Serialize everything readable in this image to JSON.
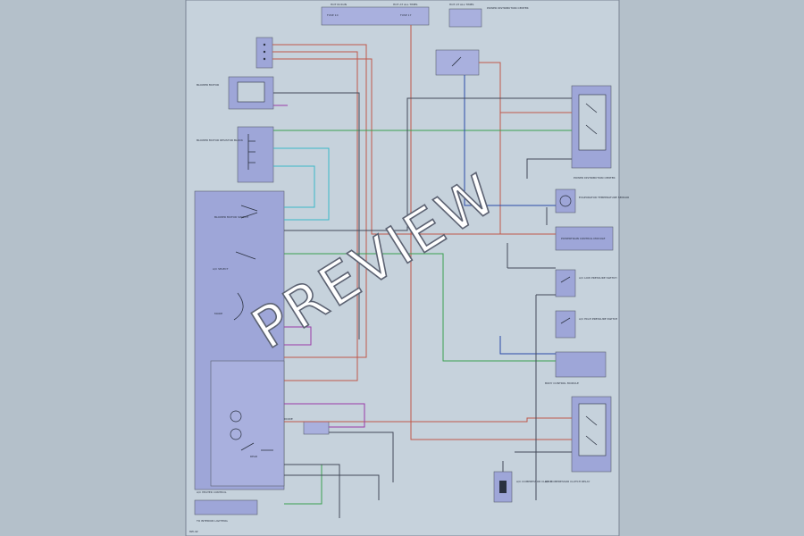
{
  "image_meta": {
    "background": "#b4c0ca",
    "sheet_background": "#c6d2dc",
    "watermark": "PREVIEW"
  },
  "diagram": {
    "colors": {
      "red_wire": "#c0584a",
      "green_wire": "#3aa050",
      "cyan_wire": "#3ab8c8",
      "blue_wire": "#2a4aa8",
      "purple_wire": "#9a3aa8",
      "dark_wire": "#444a5a",
      "block_fill": "#9ea6d8"
    },
    "labels": {
      "hot_in_run": "HOT IN RUN",
      "hot_at_all_times": "HOT AT ALL TIMES",
      "hot_at_all_times_2": "HOT AT ALL TIMES",
      "fuse_10": "FUSE 10",
      "fuse_17": "FUSE 17",
      "pdc": "POWER DISTRIBUTION CENTER",
      "blower_motor": "BLOWER MOTOR",
      "resistor_block": "BLOWER MOTOR RESISTOR BLOCK",
      "ac_heater_control": "A/C HEATER CONTROL",
      "ac_select": "A/C SELECT",
      "blower_switch": "BLOWER MOTOR SWITCH",
      "mode": "MODE",
      "rear": "REAR",
      "ac_clutch_relay": "A/C COMPRESSOR CLUTCH RELAY",
      "ac_clutch": "A/C COMPRESSOR CLUTCH",
      "low_pressure": "A/C LOW PRESSURE SWITCH",
      "high_pressure": "A/C HIGH PRESSURE SWITCH",
      "pcm": "POWERTRAIN CONTROL MODULE",
      "evap_sensor": "EVAPORATOR TEMPERATURE SENSOR",
      "body_module": "BODY CONTROL MODULE",
      "ground": "G200",
      "to_lamps": "TO INTERIOR LIGHTING",
      "diode": "DIODE",
      "page_ref": "8W-42"
    }
  }
}
